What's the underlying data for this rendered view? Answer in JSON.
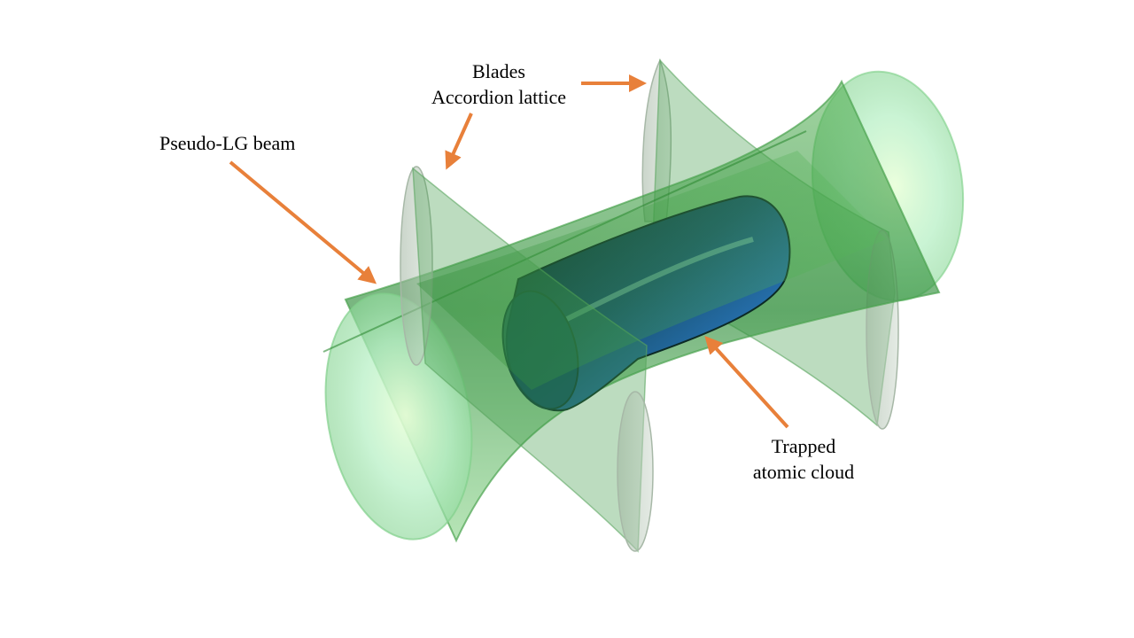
{
  "labels": {
    "blades_line1": "Blades",
    "blades_line2": "Accordion lattice",
    "pseudo_lg": "Pseudo-LG beam",
    "cloud_line1": "Trapped",
    "cloud_line2": "atomic cloud"
  },
  "colors": {
    "arrow": "#e8803a",
    "beam": "#6cc56c",
    "blade": "#8fa08f",
    "cloud": "#1f5f9a"
  }
}
